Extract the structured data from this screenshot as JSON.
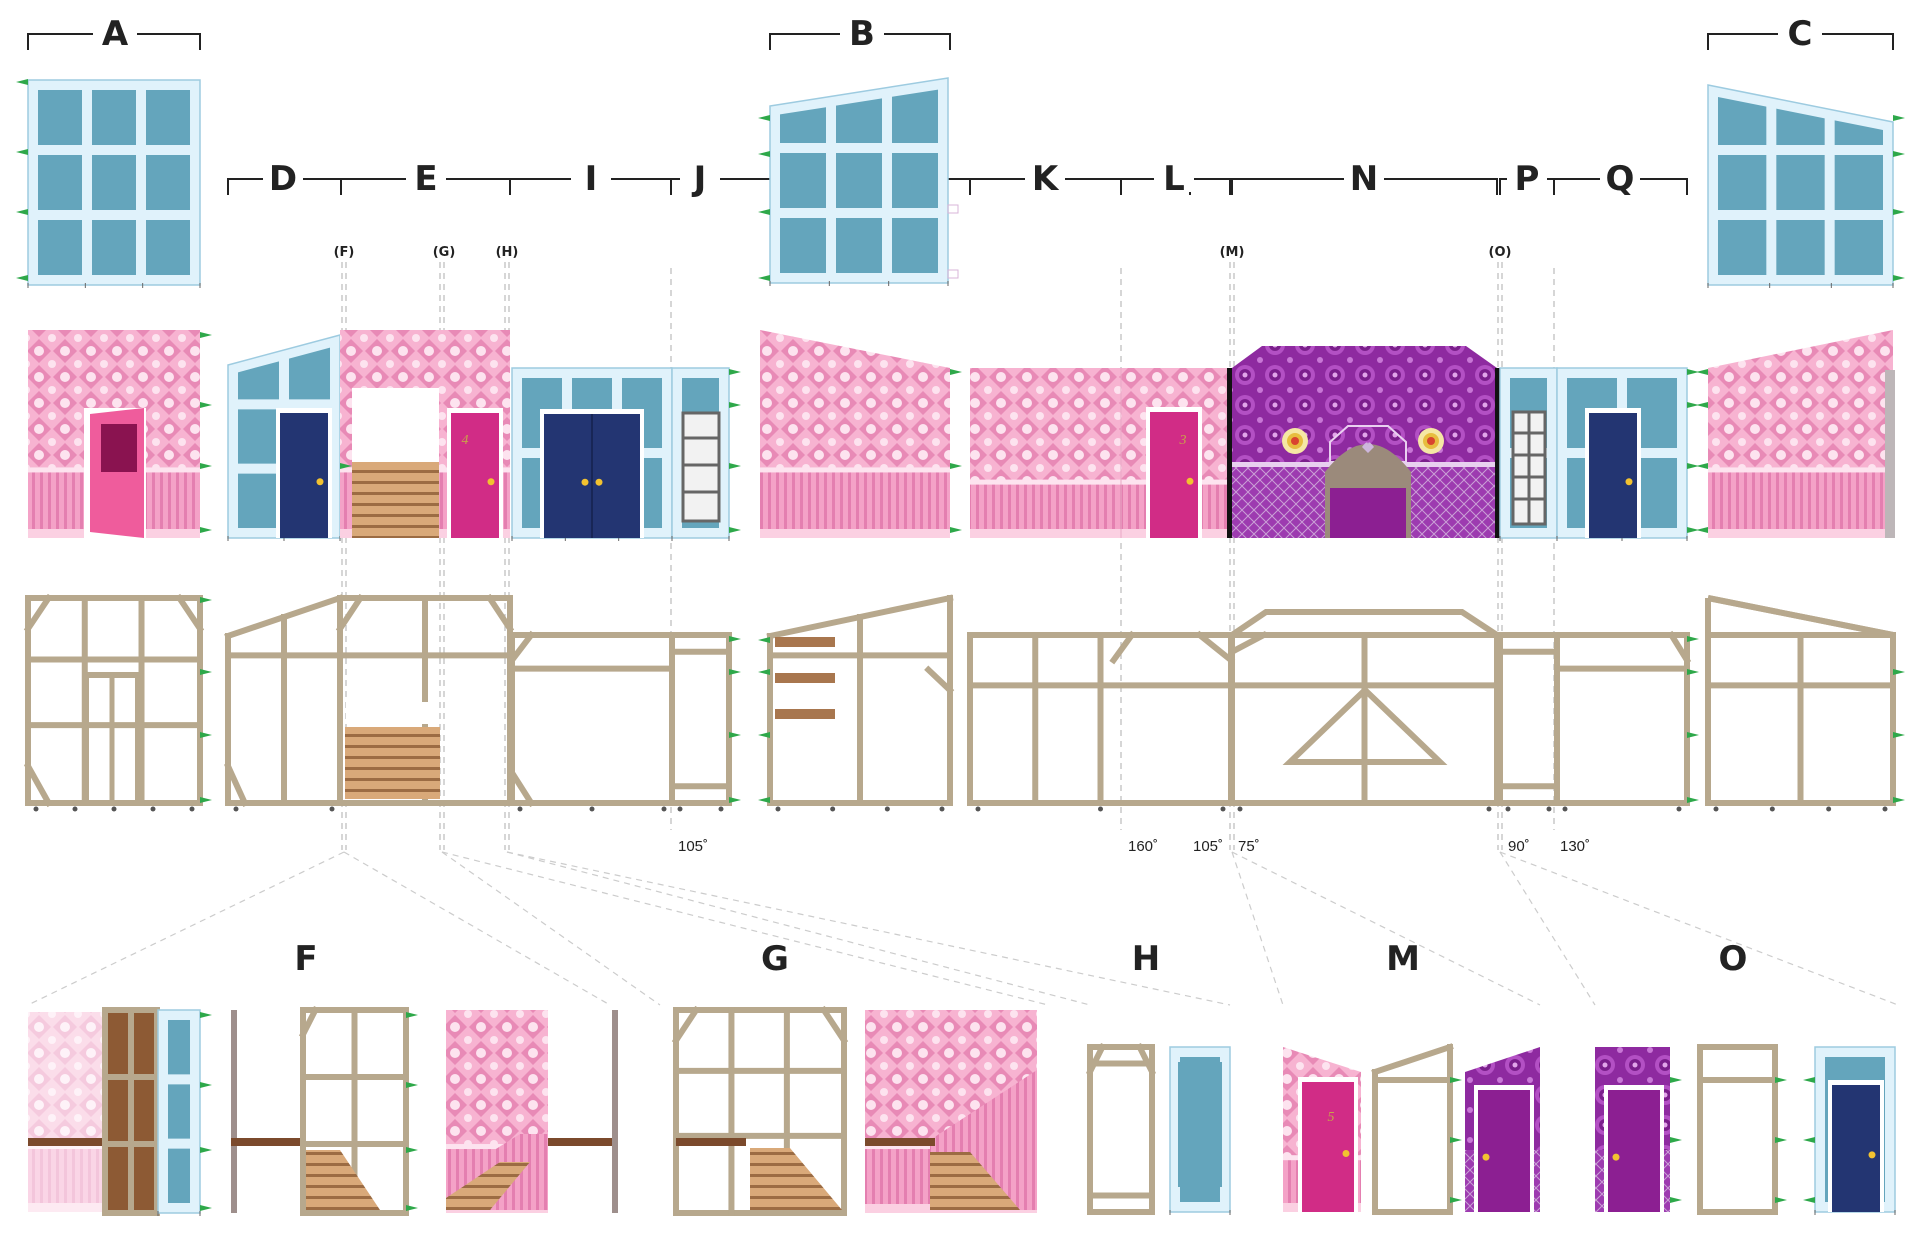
{
  "labels": {
    "top": [
      "A",
      "B",
      "C"
    ],
    "row": [
      "D",
      "E",
      "I",
      "J",
      "K",
      "L",
      "N",
      "P",
      "Q"
    ],
    "small": [
      "(F)",
      "(G)",
      "(H)",
      "(M)",
      "(O)"
    ],
    "detail": [
      "F",
      "G",
      "H",
      "M",
      "O"
    ]
  },
  "angles": [
    "105˚",
    "160˚",
    "105˚",
    "75˚",
    "90˚",
    "130˚"
  ],
  "door_numbers": [
    "4",
    "3",
    "5"
  ],
  "colors": {
    "glass": "#64a5bc",
    "frame_light": "#e0f2fb",
    "wallpaper_pink": "#f5a6cb",
    "wallpaper_purple": "#9a2ea8",
    "door_navy": "#233572",
    "door_magenta": "#d12c86",
    "door_purple": "#8c1f92",
    "door_hotpink": "#ef5c9c",
    "timber": "#b7a88d",
    "stairs": "#d9a979",
    "platform_brown": "#7b4a2c",
    "hinge_green": "#2ea84a",
    "knob_gold": "#f2c230"
  }
}
